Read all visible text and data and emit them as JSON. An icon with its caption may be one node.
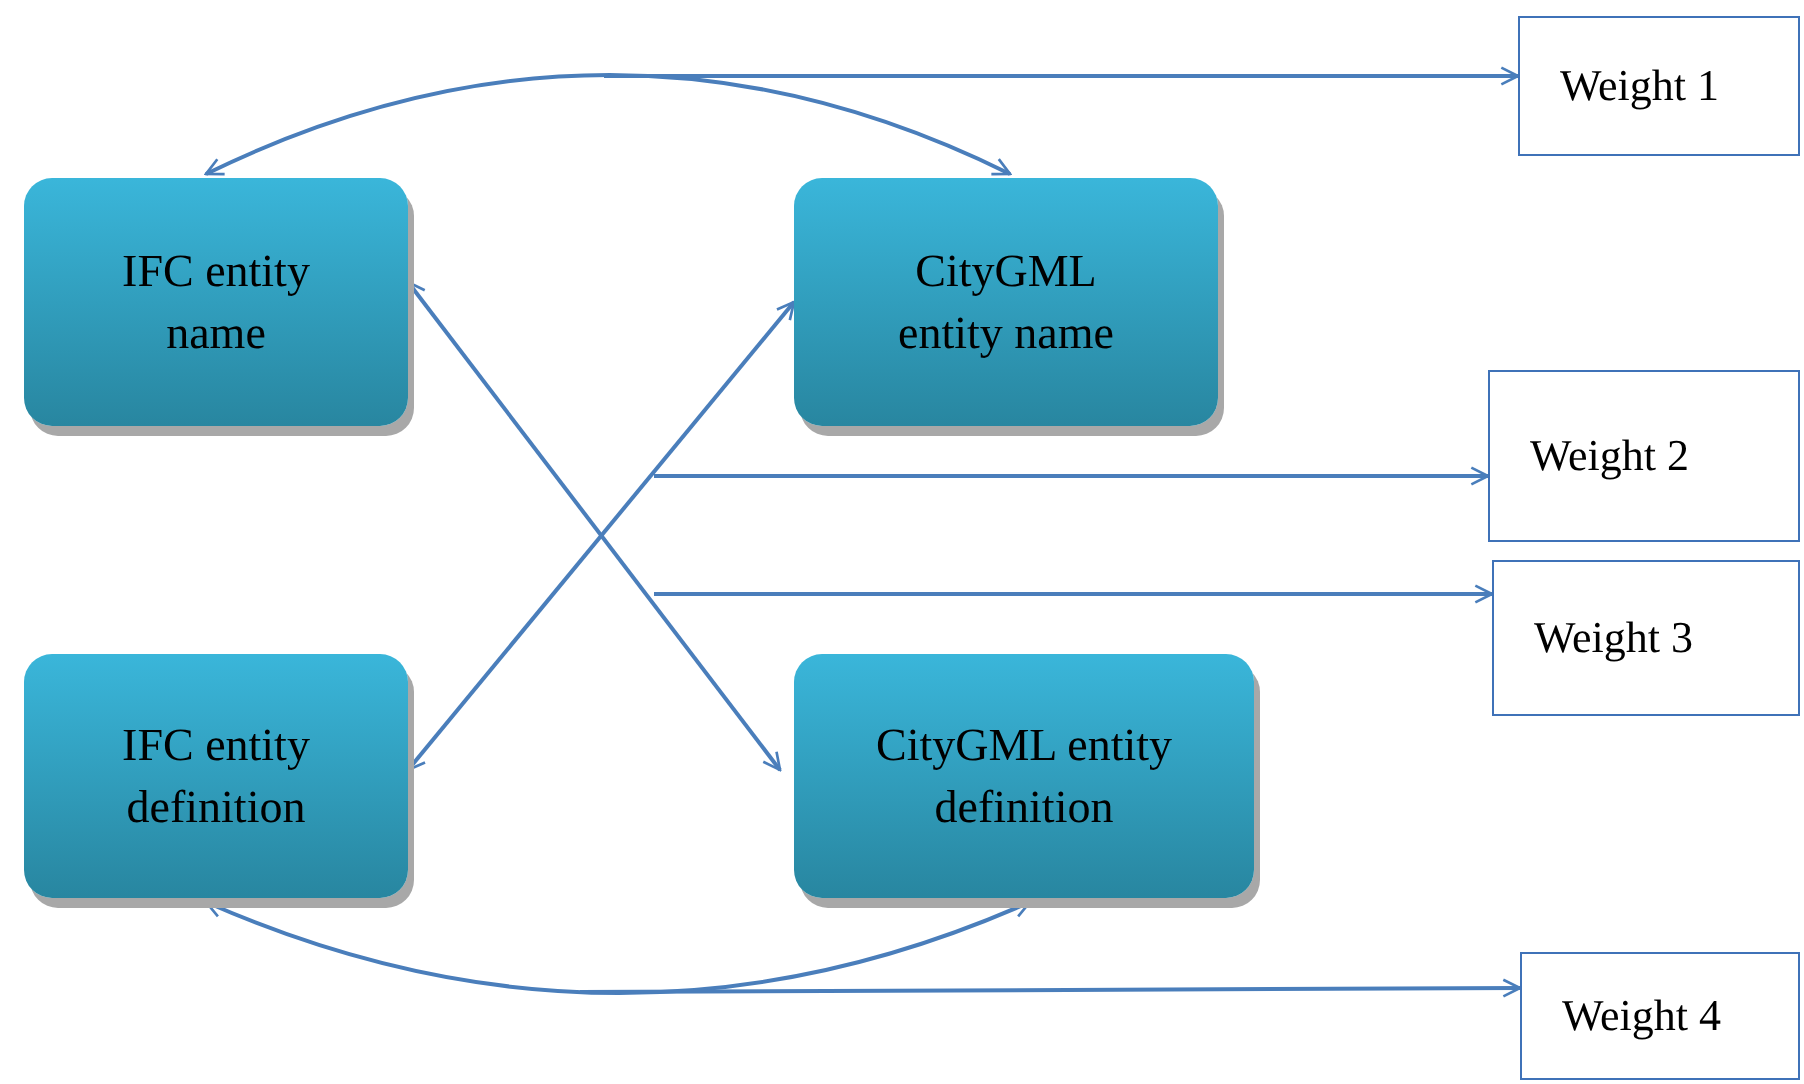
{
  "diagram": {
    "nodes": [
      {
        "text": [
          "IFC entity name"
        ]
      },
      {
        "text": [
          "CityGML entity name"
        ]
      },
      {
        "text": [
          "IFC entity definition"
        ]
      },
      {
        "text": [
          "CityGML entity definition"
        ]
      },
      {
        "text": [
          "Weight 1"
        ]
      },
      {
        "text": [
          "Weight 2"
        ]
      },
      {
        "text": [
          "Weight 3"
        ]
      },
      {
        "text": [
          "Weight 4"
        ]
      }
    ],
    "edges": [
      {
        "from": 0,
        "to": 1,
        "arrow": "both"
      },
      {
        "from": null,
        "to": 4,
        "arrow": "to"
      },
      {
        "from": 0,
        "to": 3,
        "arrow": "both"
      },
      {
        "from": 1,
        "to": 2,
        "arrow": "both"
      },
      {
        "from": null,
        "to": 5,
        "arrow": "to"
      },
      {
        "from": null,
        "to": 6,
        "arrow": "to"
      },
      {
        "from": 2,
        "to": 3,
        "arrow": "both"
      },
      {
        "from": null,
        "to": 7,
        "arrow": "to"
      }
    ]
  }
}
